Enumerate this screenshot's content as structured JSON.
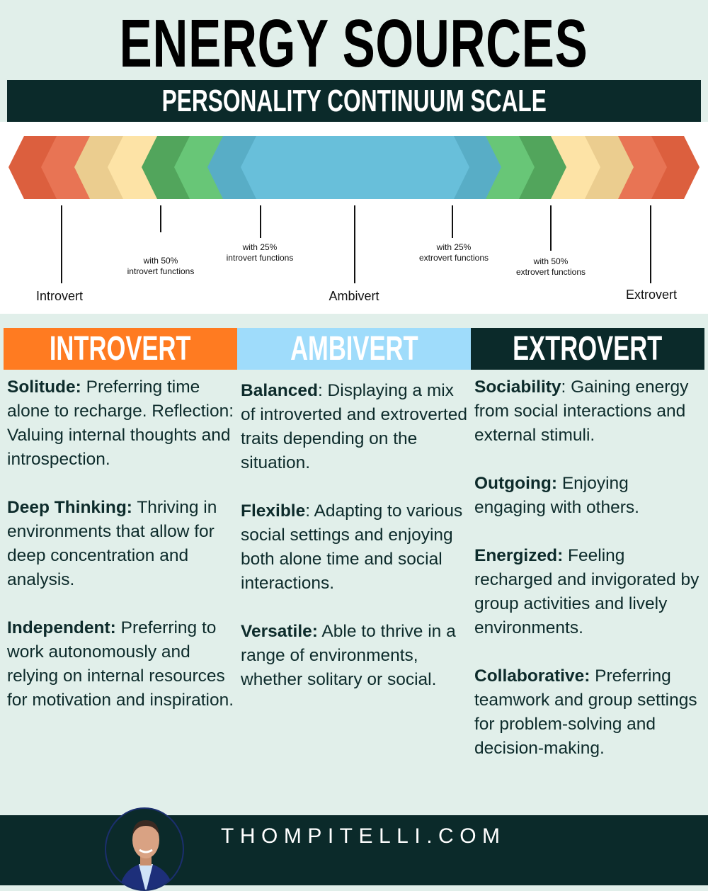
{
  "header": {
    "title": "ENERGY SOURCES",
    "subtitle": "PERSONALITY CONTINUUM SCALE"
  },
  "scale": {
    "colors": [
      "#dc5f3e",
      "#e87454",
      "#ebcd8f",
      "#fde3a6",
      "#52a55c",
      "#68c677",
      "#58adc6",
      "#68bfda"
    ],
    "labels": {
      "introvert": "Introvert",
      "ambivert": "Ambivert",
      "extrovert": "Extrovert",
      "intro50_a": "with 50%",
      "intro50_b": "introvert functions",
      "intro25_a": "with 25%",
      "intro25_b": "introvert functions",
      "extro25_a": "with 25%",
      "extro25_b": "extrovert functions",
      "extro50_a": "with 50%",
      "extro50_b": "extrovert functions"
    }
  },
  "columns": [
    {
      "title": "INTROVERT",
      "color": "#ff7b21",
      "items": [
        {
          "term": "Solitude:",
          "text": " Preferring time alone to recharge. Reflection: Valuing internal thoughts and introspection."
        },
        {
          "term": "Deep Thinking:",
          "text": " Thriving in environments that allow for deep concentration and analysis."
        },
        {
          "term": "Independent:",
          "text": " Preferring to work autonomously and relying on internal resources for motivation and inspiration."
        }
      ]
    },
    {
      "title": "AMBIVERT",
      "color": "#9fdcfb",
      "items": [
        {
          "term": "Balanced",
          "text": ": Displaying a mix of introverted and extroverted traits depending on the situation."
        },
        {
          "term": "Flexible",
          "text": ": Adapting to various social settings and enjoying both alone time and social interactions."
        },
        {
          "term": "Versatile:",
          "text": " Able to thrive in a range of environments, whether solitary or social."
        }
      ]
    },
    {
      "title": "EXTROVERT",
      "color": "#0b2a2a",
      "items": [
        {
          "term": "Sociability",
          "text": ": Gaining energy from social interactions and external stimuli."
        },
        {
          "term": "Outgoing:",
          "text": " Enjoying engaging with others."
        },
        {
          "term": "Energized:",
          "text": " Feeling recharged and invigorated by group activities and lively environments."
        },
        {
          "term": "Collaborative:",
          "text": " Preferring teamwork and group settings for problem-solving and decision-making."
        }
      ]
    }
  ],
  "footer": {
    "site": "THOMPITELLI.COM"
  }
}
